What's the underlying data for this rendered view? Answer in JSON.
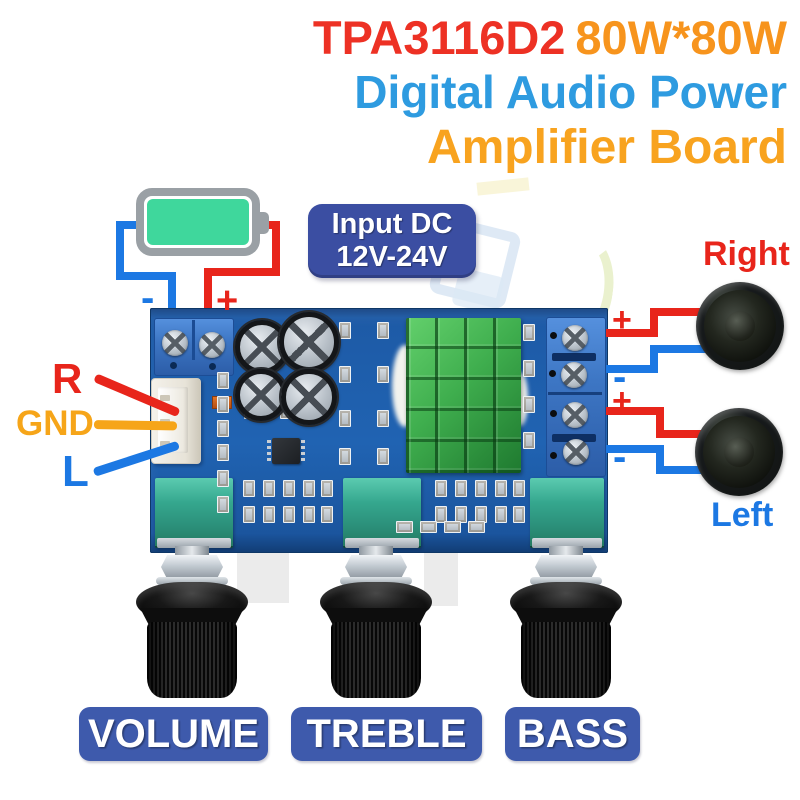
{
  "title": {
    "part1": "TPA3116D2",
    "part2": "80W*80W",
    "line2": "Digital Audio Power",
    "line3": "Amplifier Board"
  },
  "power_input": {
    "badge_line1": "Input DC",
    "badge_line2": "12V-24V",
    "minus": "-",
    "plus": "+"
  },
  "audio_input": {
    "right_channel": "R",
    "ground": "GND",
    "left_channel": "L"
  },
  "speaker_right": {
    "label": "Right",
    "plus": "+",
    "minus": "-"
  },
  "speaker_left": {
    "label": "Left",
    "plus": "+",
    "minus": "-"
  },
  "controls": [
    {
      "label": "VOLUME"
    },
    {
      "label": "TREBLE"
    },
    {
      "label": "BASS"
    }
  ],
  "colors": {
    "title_red": "#ED3124",
    "title_orange": "#F7941D",
    "title_blue": "#2E9BE0",
    "amp_orange": "#F8A31F",
    "wire_red": "#E8251B",
    "wire_blue": "#1C78E3",
    "gnd_orange": "#F6A519",
    "badge_bg": "#3B4EA2",
    "control_bg": "#3E5AAC",
    "pcb_blue": "#2063B2",
    "heatsink_green": "#3FAE4E",
    "battery_green": "#3FD79C",
    "battery_gray": "#9AA0A5"
  }
}
